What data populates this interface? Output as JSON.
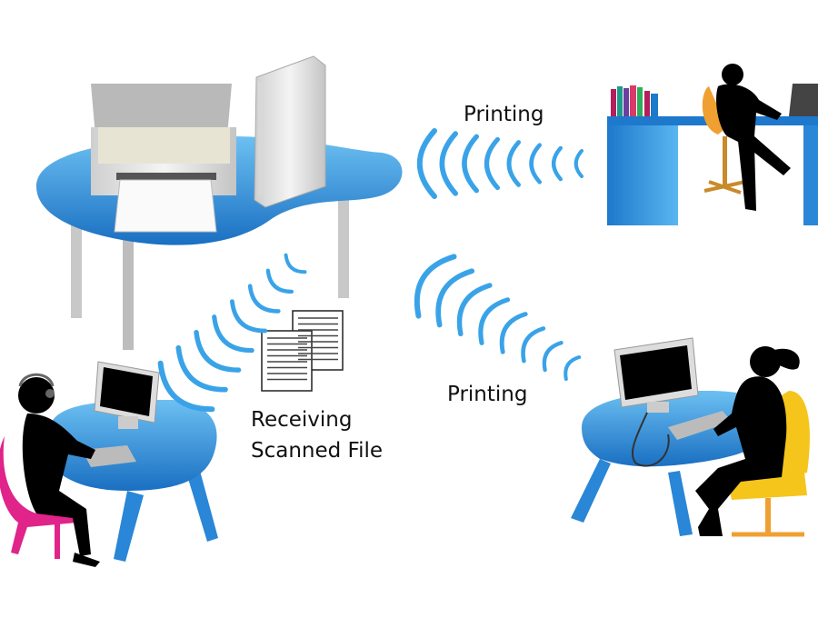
{
  "labels": {
    "printing_top": "Printing",
    "printing_middle": "Printing",
    "receiving_line1": "Receiving",
    "receiving_line2": "Scanned File"
  },
  "colors": {
    "table_blue": "#1f7fd0",
    "table_light": "#5fb4ee",
    "wave_blue": "#3aa3e8",
    "pink_chair": "#e0248a",
    "yellow_chair": "#f5c51c",
    "orange_chair": "#f0a030"
  }
}
